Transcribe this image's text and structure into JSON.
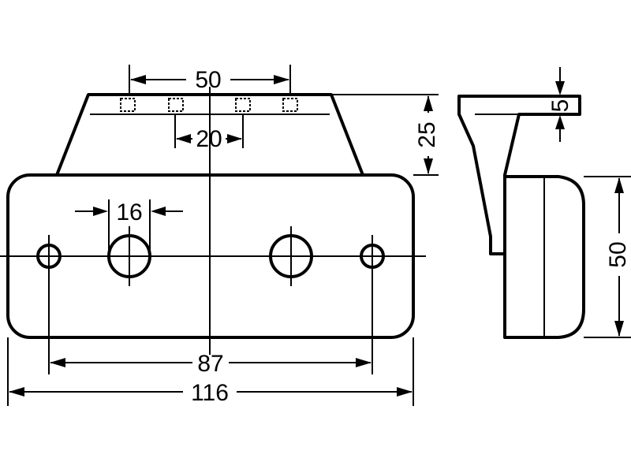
{
  "dimensions": {
    "mount_spacing": "50",
    "lamp_spacing": "20",
    "bracket_height": "25",
    "hole_diameter": "16",
    "hole_spacing": "87",
    "overall_width": "116",
    "flange_thickness": "5",
    "side_height": "50"
  }
}
